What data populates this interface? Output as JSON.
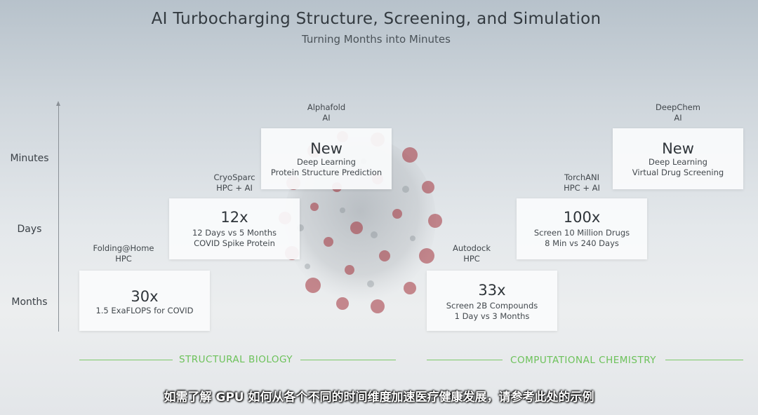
{
  "slide": {
    "title": "AI Turbocharging Structure, Screening, and Simulation",
    "subtitle": "Turning Months into Minutes"
  },
  "y_axis": {
    "levels": [
      "Minutes",
      "Days",
      "Months"
    ]
  },
  "cards": [
    {
      "tool": "Alphafold",
      "kind": "AI",
      "headline": "New",
      "line1": "Deep Learning",
      "line2": "Protein Structure Prediction"
    },
    {
      "tool": "CryoSparc",
      "kind": "HPC + AI",
      "headline": "12x",
      "line1": "12 Days vs 5 Months",
      "line2": "COVID Spike Protein"
    },
    {
      "tool": "Folding@Home",
      "kind": "HPC",
      "headline": "30x",
      "line1": "1.5 ExaFLOPS for COVID",
      "line2": ""
    },
    {
      "tool": "DeepChem",
      "kind": "AI",
      "headline": "New",
      "line1": "Deep Learning",
      "line2": "Virtual Drug Screening"
    },
    {
      "tool": "TorchANI",
      "kind": "HPC + AI",
      "headline": "100x",
      "line1": "Screen 10 Million Drugs",
      "line2": "8 Min vs 240 Days"
    },
    {
      "tool": "Autodock",
      "kind": "HPC",
      "headline": "33x",
      "line1": "Screen 2B Compounds",
      "line2": "1 Day vs 3 Months"
    }
  ],
  "sections": {
    "left": "STRUCTURAL BIOLOGY",
    "right": "COMPUTATIONAL CHEMISTRY"
  },
  "colors": {
    "accent_green": "#6cc25a",
    "virus_red": "#a3323a"
  },
  "subtitle_caption": "如需了解 GPU 如何从各个不同的时间维度加速医疗健康发展，请参考此处的示例"
}
